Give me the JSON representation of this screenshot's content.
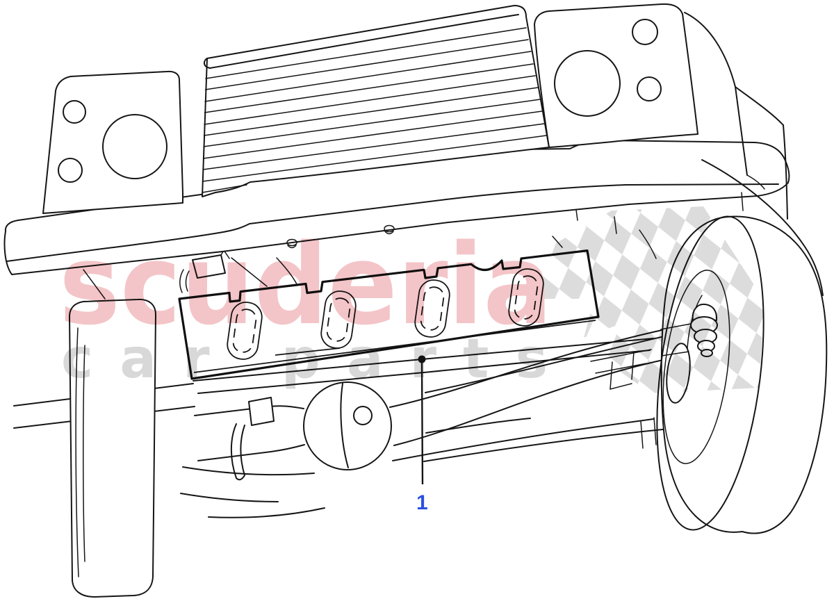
{
  "diagram": {
    "kind": "vehicle-front-parts-diagram",
    "part_labels": [
      {
        "id": "1",
        "label_text": "1",
        "label_color": "#2b50df"
      }
    ]
  },
  "watermark": {
    "brand": "scuderia",
    "subtext": "car parts",
    "brand_color": "#f3c5c8",
    "subtext_color": "#d8d8d8",
    "checker_color": "#dcdcdc"
  },
  "canvas": {
    "background": "#ffffff",
    "line_color": "#151515"
  }
}
